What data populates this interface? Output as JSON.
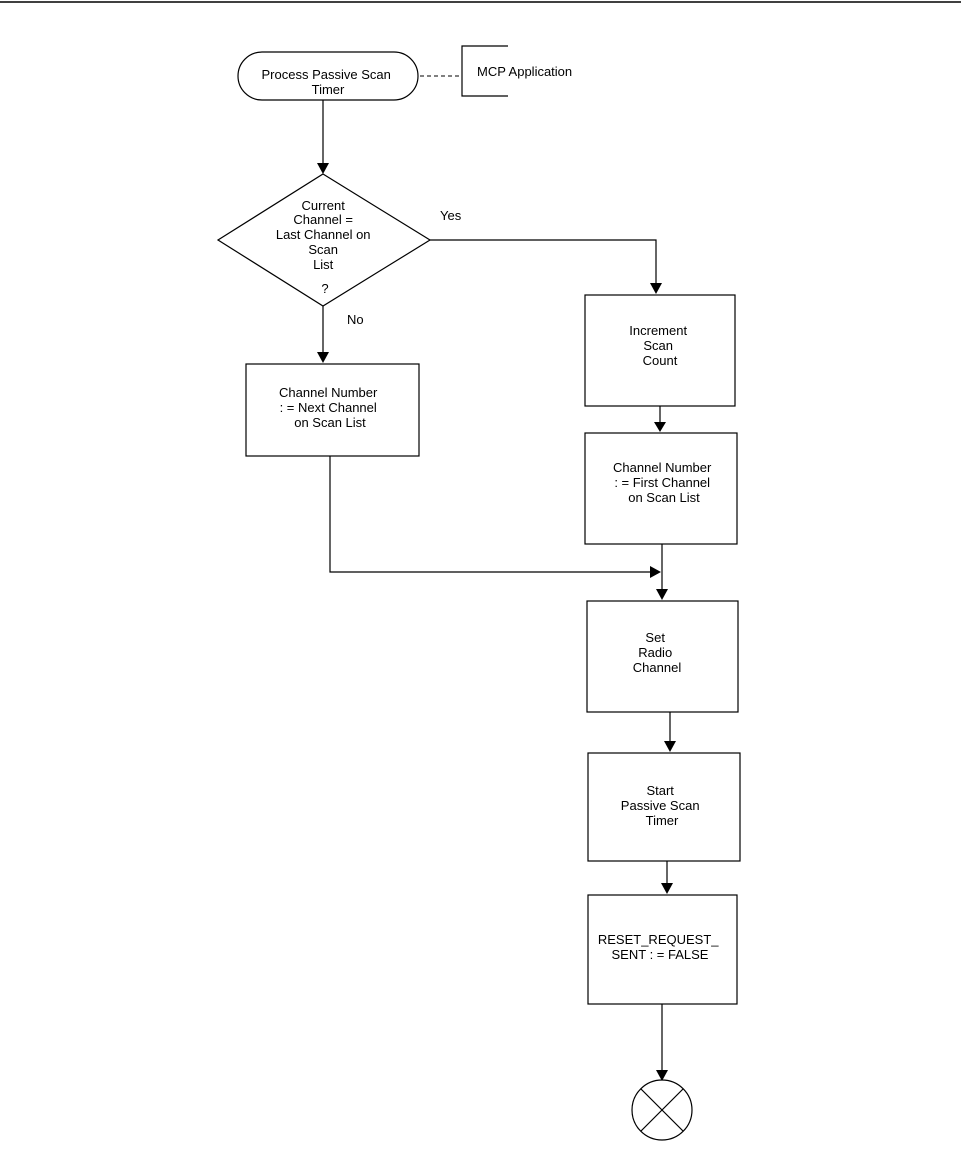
{
  "nodes": {
    "start": {
      "lines": [
        "Process Passive Scan",
        "Timer"
      ]
    },
    "annotation": {
      "label": "MCP Application"
    },
    "decision": {
      "lines": [
        "Current",
        "Channel =",
        "Last Channel on",
        "Scan",
        "List",
        "?"
      ]
    },
    "next_channel": {
      "lines": [
        "Channel Number",
        ": = Next Channel",
        "on Scan List"
      ]
    },
    "increment": {
      "lines": [
        "Increment",
        "Scan",
        "Count"
      ]
    },
    "first_channel": {
      "lines": [
        "Channel Number",
        ": = First Channel",
        "on Scan List"
      ]
    },
    "set_radio": {
      "lines": [
        "Set",
        "Radio",
        "Channel"
      ]
    },
    "start_timer": {
      "lines": [
        "Start",
        "Passive Scan",
        "Timer"
      ]
    },
    "reset": {
      "lines": [
        "RESET_REQUEST_",
        "SENT : = FALSE"
      ]
    }
  },
  "edges": {
    "yes_label": "Yes",
    "no_label": "No"
  }
}
